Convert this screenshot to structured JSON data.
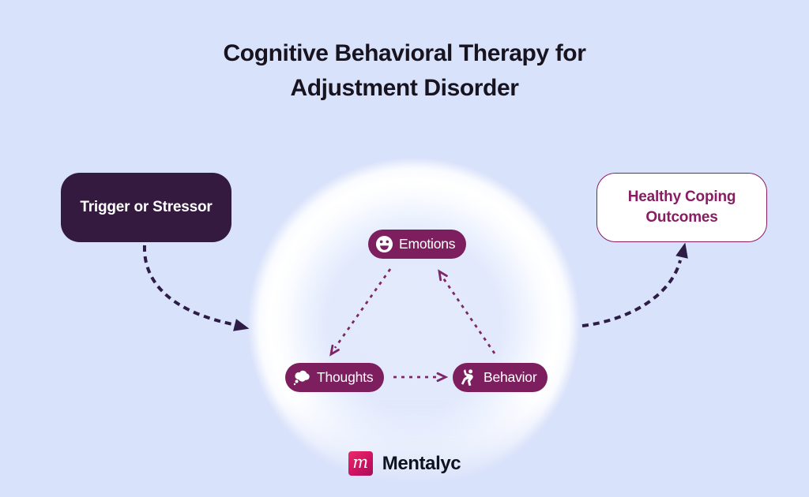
{
  "header": {
    "lines": [
      "Cognitive Behavioral Therapy for",
      "Adjustment Disorder"
    ]
  },
  "nodes": {
    "trigger": {
      "label": "Trigger or Stressor"
    },
    "outcome": {
      "label": "Healthy Coping Outcomes"
    },
    "emotions": {
      "label": "Emotions",
      "icon": "smiley-face-icon"
    },
    "thoughts": {
      "label": "Thoughts",
      "icon": "thought-bubble-icon"
    },
    "behavior": {
      "label": "Behavior",
      "icon": "dancing-person-icon"
    }
  },
  "arrows": [
    {
      "from": "trigger",
      "to": "cbt-triangle",
      "style": "dashed-dark-filled-head"
    },
    {
      "from": "emotions",
      "to": "thoughts",
      "style": "dashed-magenta-chevron"
    },
    {
      "from": "thoughts",
      "to": "behavior",
      "style": "dashed-magenta-chevron"
    },
    {
      "from": "behavior",
      "to": "emotions",
      "style": "dashed-magenta-chevron"
    },
    {
      "from": "cbt-triangle",
      "to": "outcome",
      "style": "dashed-dark-filled-head"
    }
  ],
  "footer": {
    "brand": "Mentalyc",
    "logo_letter": "m"
  },
  "colors": {
    "bg": "#d9e2fb",
    "ink": "#17131f",
    "plum": "#331a3e",
    "magenta": "#8a1c63",
    "pill": "#7d1f5f",
    "arrow-dark": "#2d1c45",
    "arrow-magenta": "#7d2766",
    "logo-a": "#ea2a67",
    "logo-b": "#a80d59"
  }
}
